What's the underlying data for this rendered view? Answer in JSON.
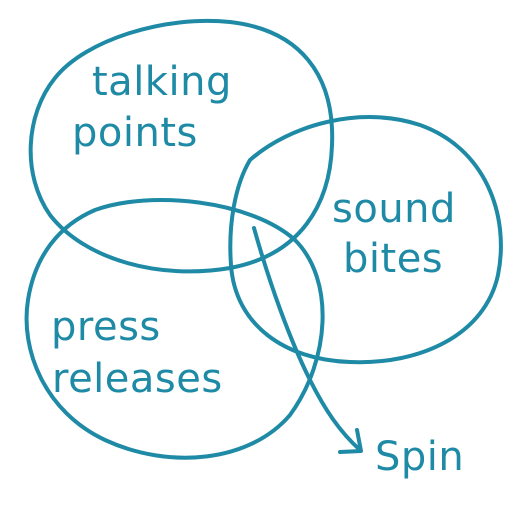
{
  "diagram": {
    "colors": {
      "ink": "#1e8aa6",
      "background": "#ffffff"
    },
    "sets": [
      {
        "id": "talking-points",
        "lines": [
          "talking",
          "points"
        ]
      },
      {
        "id": "sound-bites",
        "lines": [
          "sound",
          "bites"
        ]
      },
      {
        "id": "press-releases",
        "lines": [
          "press",
          "releases"
        ]
      }
    ],
    "intersection_label": "Spin"
  }
}
